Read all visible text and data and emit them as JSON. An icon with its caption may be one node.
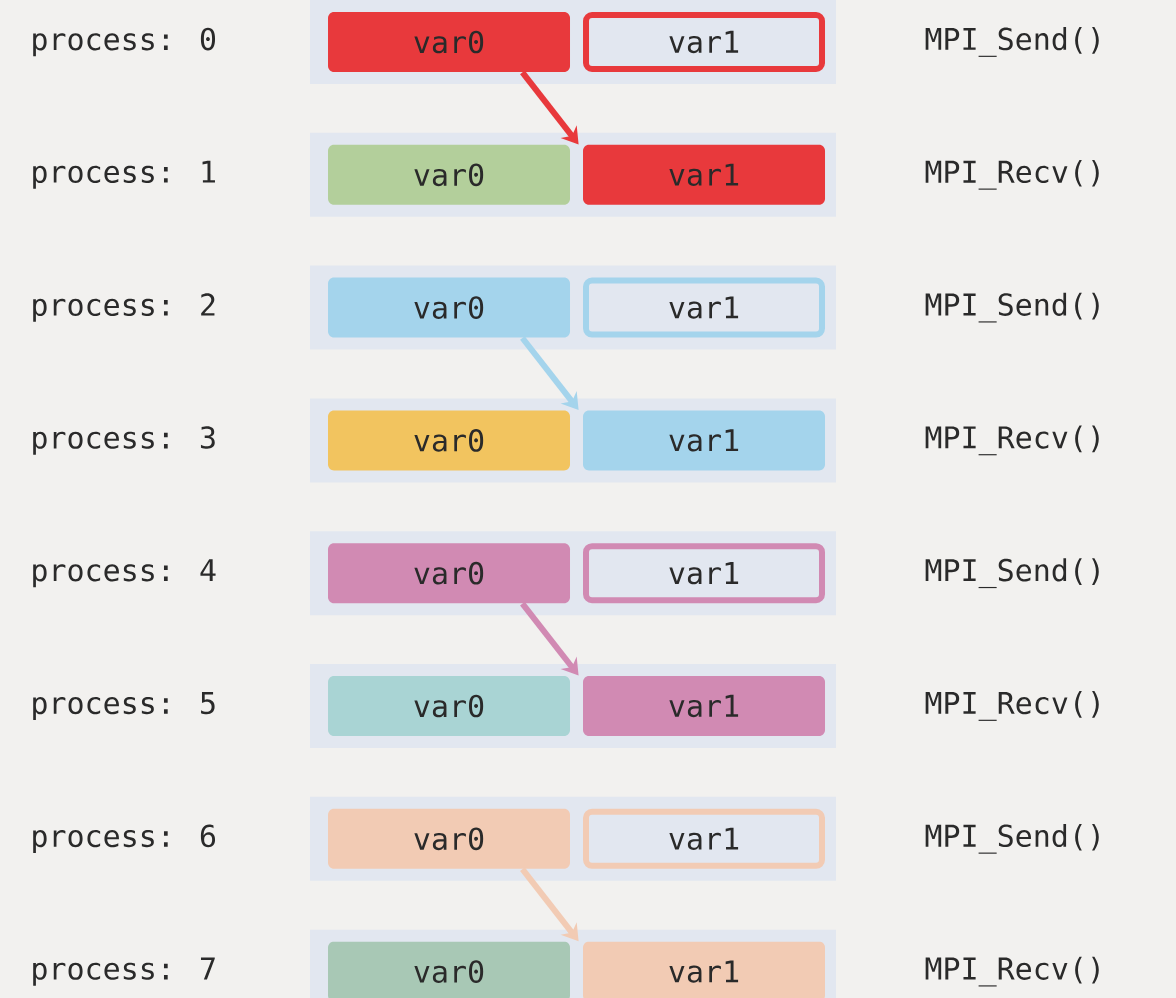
{
  "diagram": {
    "nodes": [
      {
        "text": [
          "process: 0"
        ],
        "beside": [
          "MPI_Send()"
        ]
      },
      {
        "text": [
          "var0"
        ],
        "in": 0
      },
      {
        "text": [
          "var1"
        ],
        "in": 0
      },
      {
        "text": [
          "process: 1"
        ],
        "beside": [
          "MPI_Recv()"
        ]
      },
      {
        "text": [
          "var0"
        ],
        "in": 3
      },
      {
        "text": [
          "var1"
        ],
        "in": 3
      },
      {
        "text": [
          "process: 2"
        ],
        "beside": [
          "MPI_Send()"
        ]
      },
      {
        "text": [
          "var0"
        ],
        "in": 6
      },
      {
        "text": [
          "var1"
        ],
        "in": 6
      },
      {
        "text": [
          "process: 3"
        ],
        "beside": [
          "MPI_Recv()"
        ]
      },
      {
        "text": [
          "var0"
        ],
        "in": 9
      },
      {
        "text": [
          "var1"
        ],
        "in": 9
      },
      {
        "text": [
          "process: 4"
        ],
        "beside": [
          "MPI_Send()"
        ]
      },
      {
        "text": [
          "var0"
        ],
        "in": 12
      },
      {
        "text": [
          "var1"
        ],
        "in": 12
      },
      {
        "text": [
          "process: 5"
        ],
        "beside": [
          "MPI_Recv()"
        ]
      },
      {
        "text": [
          "var0"
        ],
        "in": 15
      },
      {
        "text": [
          "var1"
        ],
        "in": 15
      },
      {
        "text": [
          "process: 6"
        ],
        "beside": [
          "MPI_Send()"
        ]
      },
      {
        "text": [
          "var0"
        ],
        "in": 18
      },
      {
        "text": [
          "var1"
        ],
        "in": 18
      },
      {
        "text": [
          "process: 7"
        ],
        "beside": [
          "MPI_Recv()"
        ]
      },
      {
        "text": [
          "var0"
        ],
        "in": 21
      },
      {
        "text": [
          "var1"
        ],
        "in": 21
      }
    ],
    "edges": [
      {
        "from": 1,
        "to": 5,
        "arrow": "to",
        "color": "#e8393c"
      },
      {
        "from": 7,
        "to": 11,
        "arrow": "to",
        "color": "#a4d4ec"
      },
      {
        "from": 13,
        "to": 17,
        "arrow": "to",
        "color": "#d18ab3"
      },
      {
        "from": 19,
        "to": 23,
        "arrow": "to",
        "color": "#f2cbb4"
      }
    ]
  }
}
